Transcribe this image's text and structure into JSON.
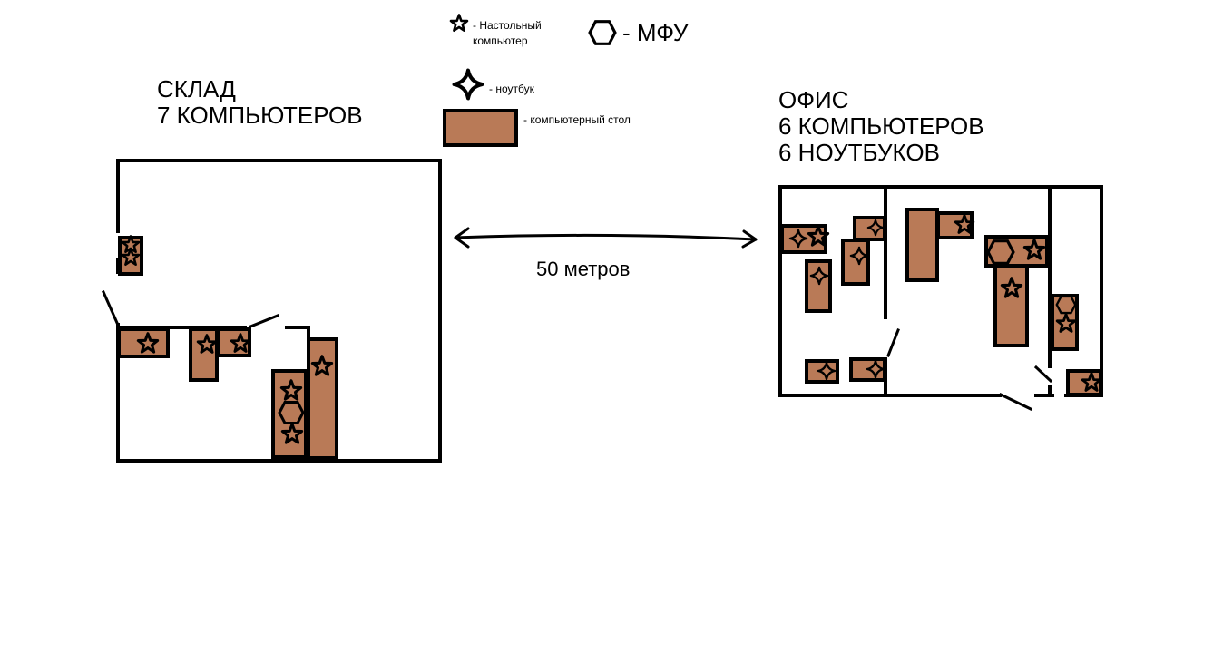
{
  "legend": {
    "desktop_label_line1": "- Настольный",
    "desktop_label_line2": "компьютер",
    "mfu_label": "- МФУ",
    "laptop_label": "- ноутбук",
    "desk_label": "- компьютерный стол"
  },
  "warehouse": {
    "title": "СКЛАД",
    "subtitle": "7 КОМПЬЮТЕРОВ"
  },
  "office": {
    "title": "ОФИС",
    "line1": "6 КОМПЬЮТЕРОВ",
    "line2": "6 НОУТБУКОВ"
  },
  "distance": {
    "label": "50 метров"
  },
  "colors": {
    "desk_fill": "#b97a57",
    "outline": "#000000",
    "background": "#ffffff"
  }
}
